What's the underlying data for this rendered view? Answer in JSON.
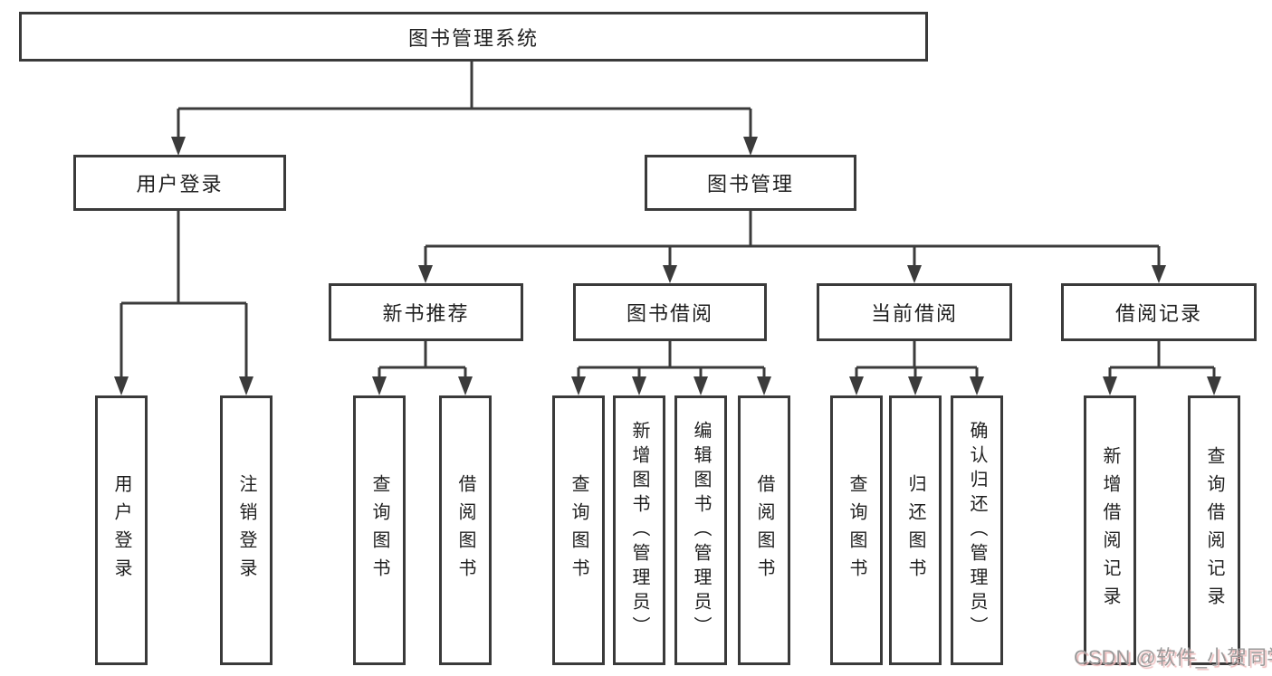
{
  "tree": {
    "root_label": "图书管理系统",
    "login_branch": {
      "label": "用户登录",
      "children": [
        "用户登录",
        "注销登录"
      ]
    },
    "mgmt_branch": {
      "label": "图书管理",
      "groups": [
        {
          "label": "新书推荐",
          "children": [
            "查询图书",
            "借阅图书"
          ]
        },
        {
          "label": "图书借阅",
          "children": [
            "查询图书",
            "新增图书（管理员）",
            "编辑图书（管理员）",
            "借阅图书"
          ]
        },
        {
          "label": "当前借阅",
          "children": [
            "查询图书",
            "归还图书",
            "确认归还（管理员）"
          ]
        },
        {
          "label": "借阅记录",
          "children": [
            "新增借阅记录",
            "查询借阅记录"
          ]
        }
      ]
    }
  },
  "watermark": {
    "text": "CSDN @软件_小贺同学"
  },
  "colors": {
    "line": "#3b3b3b",
    "text": "#1f1f1f",
    "background": "#ffffff",
    "watermark_text": "#9a9a9a",
    "watermark_shadow": "#eebcbc"
  }
}
